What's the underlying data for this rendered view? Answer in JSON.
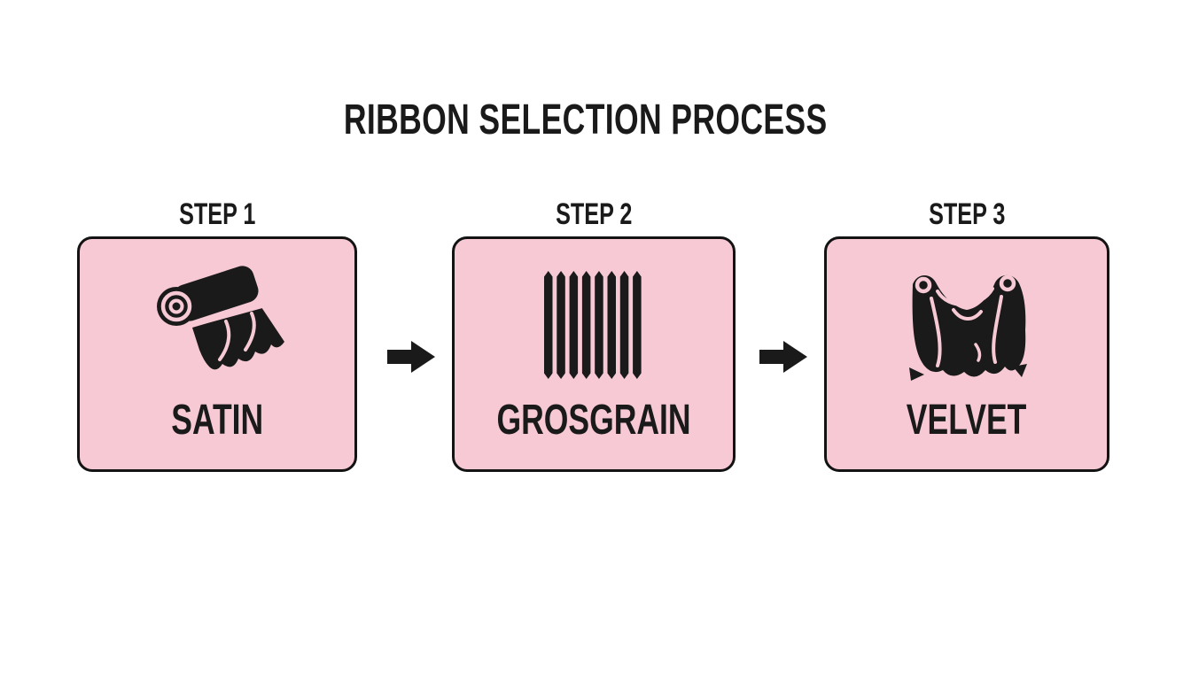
{
  "title": "RIBBON SELECTION PROCESS",
  "steps": [
    {
      "step_label": "STEP 1",
      "name": "SATIN",
      "icon": "satin-ribbon-roll-icon"
    },
    {
      "step_label": "STEP 2",
      "name": "GROSGRAIN",
      "icon": "grosgrain-ribbed-ribbon-icon"
    },
    {
      "step_label": "STEP 3",
      "name": "VELVET",
      "icon": "velvet-drape-icon"
    }
  ],
  "connectors": [
    {
      "icon": "arrow-right-icon"
    },
    {
      "icon": "arrow-right-icon"
    }
  ],
  "colors": {
    "background": "#FFFFFF",
    "box_fill": "#F6C9D4",
    "box_border": "#131313",
    "ink": "#1A1A1A"
  }
}
